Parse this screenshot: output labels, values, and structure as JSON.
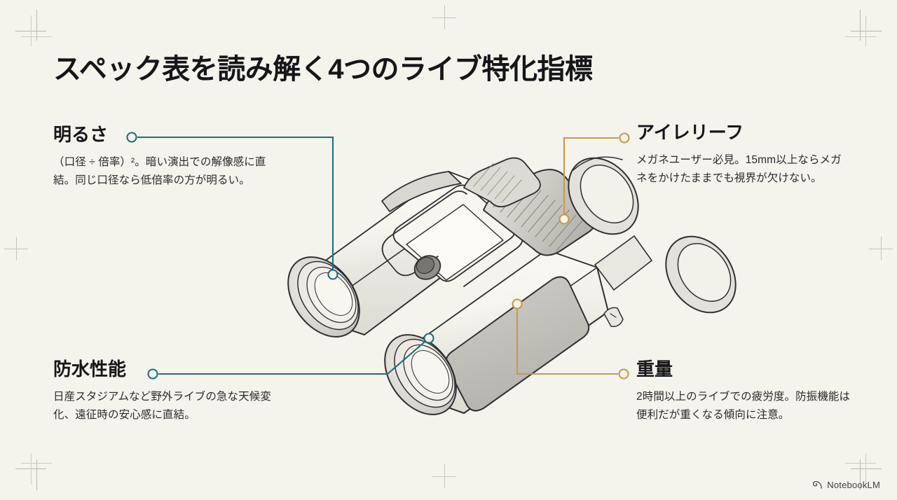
{
  "slide": {
    "title": "スペック表を読み解く4つのライブ特化指標",
    "background_color": "#f4f3ec"
  },
  "colors": {
    "accent_teal": "#1d6e7e",
    "accent_gold": "#c79a49",
    "ink": "#16161a",
    "body_text": "#2a2a2c",
    "crop_mark": "#b9b8ad"
  },
  "callouts": {
    "brightness": {
      "heading": "明るさ",
      "body": "（口径 ÷ 倍率）²。暗い演出での解像感に直結。同じ口径なら低倍率の方が明るい。",
      "accent": "#1d6e7e"
    },
    "eye_relief": {
      "heading": "アイレリーフ",
      "body": "メガネユーザー必見。15mm以上ならメガネをかけたままでも視界が欠けない。",
      "accent": "#c79a49"
    },
    "waterproof": {
      "heading": "防水性能",
      "body": "日産スタジアムなど野外ライブの急な天候変化、遠征時の安心感に直結。",
      "accent": "#1d6e7e"
    },
    "weight": {
      "heading": "重量",
      "body": "2時間以上のライブでの疲労度。防振機能は便利だが重くなる傾向に注意。",
      "accent": "#c79a49"
    }
  },
  "illustration": {
    "name": "binoculars-line-drawing",
    "description": "三次元風の線画で描かれた双眼鏡"
  },
  "watermark": {
    "label": "NotebookLM",
    "icon": "notebooklm-logo-icon"
  }
}
